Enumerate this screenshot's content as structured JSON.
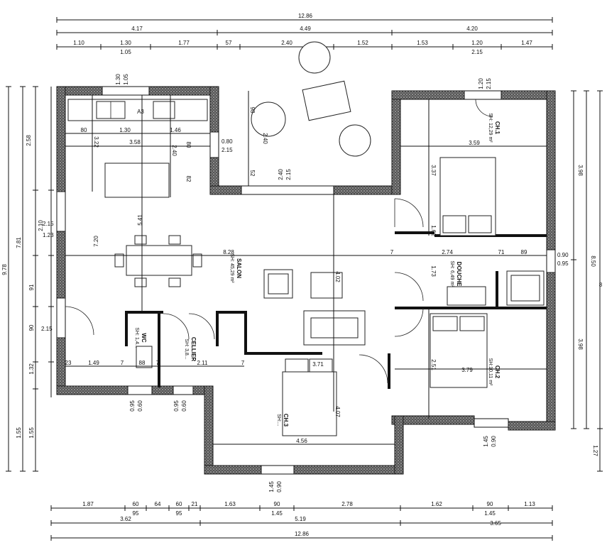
{
  "dimensions": {
    "top_total": "12.86",
    "top_row2": [
      "4.17",
      "4.49",
      "4.20"
    ],
    "top_row3": [
      "1.10",
      "1.30",
      "1.77",
      "57",
      "2.40",
      "1.52",
      "1.53",
      "1.20",
      "1.47"
    ],
    "top_row3_sub": [
      "1.05",
      "2.15"
    ],
    "bottom_row1": [
      "1.87",
      "60",
      "95",
      "64",
      "60",
      "95",
      "21",
      "1.63",
      "90",
      "1.45",
      "2.78",
      "1.62",
      "90",
      "1.45",
      "1.13"
    ],
    "bottom_row2": [
      "3.62",
      "5.19",
      "3.65"
    ],
    "bottom_total": "12.86",
    "left": [
      "2.58",
      "7.81",
      "9.78",
      "2.10",
      "2.15",
      "1.23",
      "91",
      "90",
      "2.15",
      "1.32",
      "1.55",
      "1.55",
      "7.20",
      "5.41"
    ],
    "right": [
      "3.98",
      "8.50",
      "3.98",
      "1.27"
    ],
    "interior": [
      "80",
      "1.30",
      "1.46",
      "3.22",
      "3.58",
      "2.40",
      "80",
      "82",
      "98",
      "2.40",
      "52",
      "0.80",
      "2.15",
      "2.40",
      "2.15",
      "1.30",
      "1.05",
      "1.20",
      "2.15",
      "3.59",
      "3.37",
      "1.62",
      "7",
      "2.74",
      "71",
      "89",
      "0.90",
      "0.95",
      "1.73",
      "8.28",
      "4.02",
      "23",
      "1.49",
      "7",
      "88",
      "7",
      "2.11",
      "7",
      "3.71",
      "4.07",
      "3.79",
      "2.51",
      "4.56",
      "0.60",
      "0.95",
      "0.60",
      "0.95",
      "0.90",
      "1.45",
      "0.90",
      "1.45",
      "A3",
      "8"
    ]
  },
  "rooms": {
    "salon": {
      "name": "SALON",
      "area": "SH: 45,29 m²"
    },
    "ch1": {
      "name": "CH.1",
      "area": "SH: 12,29 m²"
    },
    "douche": {
      "name": "DOUCHE",
      "area": "SH: 6,49 m²"
    },
    "ch2": {
      "name": "CH.2",
      "area": "SH:10,11 m²"
    },
    "ch3": {
      "name": "CH.3",
      "area": "SH:..."
    },
    "wc": {
      "name": "WC",
      "area": "SH: 1,4..."
    },
    "cellier": {
      "name": "CELLIER",
      "area": "SH: 3,8..."
    }
  }
}
